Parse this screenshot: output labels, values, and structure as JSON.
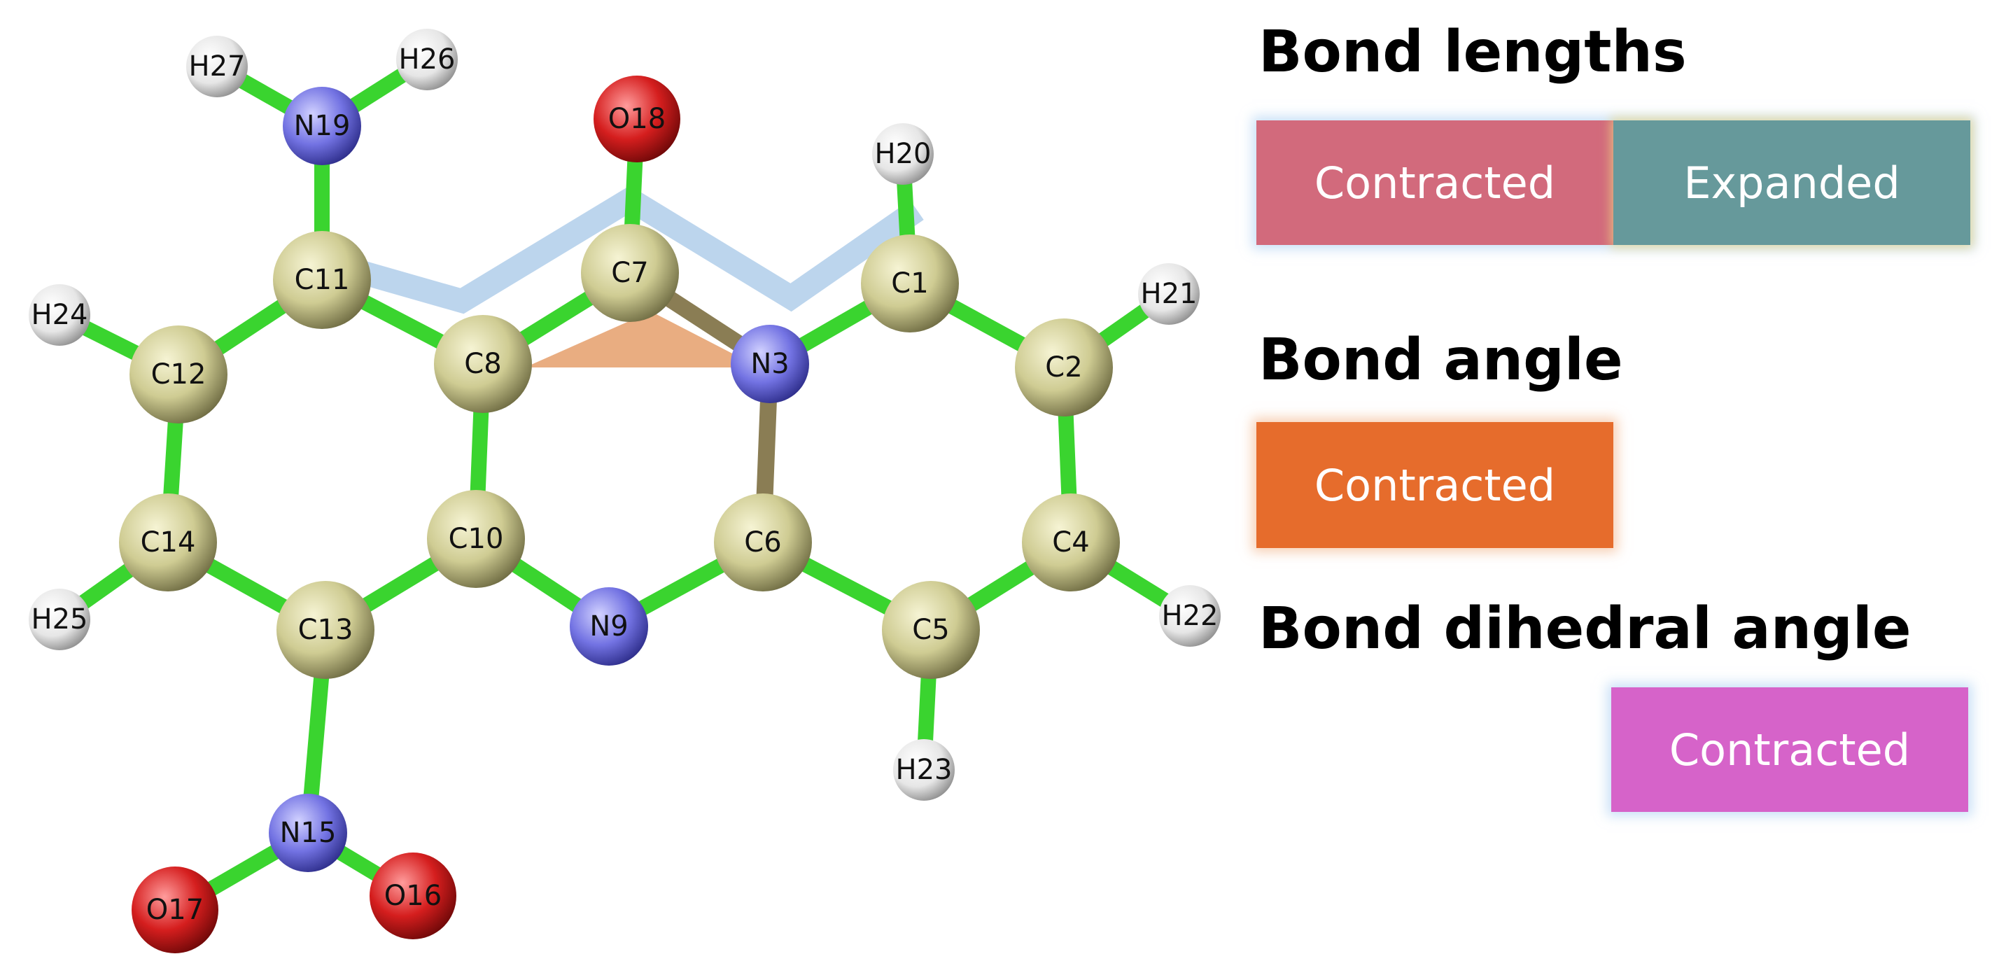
{
  "atoms": [
    {
      "id": "C1",
      "el": "C"
    },
    {
      "id": "C2",
      "el": "C"
    },
    {
      "id": "N3",
      "el": "N"
    },
    {
      "id": "C4",
      "el": "C"
    },
    {
      "id": "C5",
      "el": "C"
    },
    {
      "id": "C6",
      "el": "C"
    },
    {
      "id": "C7",
      "el": "C"
    },
    {
      "id": "C8",
      "el": "C"
    },
    {
      "id": "N9",
      "el": "N"
    },
    {
      "id": "C10",
      "el": "C"
    },
    {
      "id": "C11",
      "el": "C"
    },
    {
      "id": "C12",
      "el": "C"
    },
    {
      "id": "C13",
      "el": "C"
    },
    {
      "id": "C14",
      "el": "C"
    },
    {
      "id": "N15",
      "el": "N"
    },
    {
      "id": "O16",
      "el": "O"
    },
    {
      "id": "O17",
      "el": "O"
    },
    {
      "id": "O18",
      "el": "O"
    },
    {
      "id": "N19",
      "el": "N"
    },
    {
      "id": "H20",
      "el": "H"
    },
    {
      "id": "H21",
      "el": "H"
    },
    {
      "id": "H22",
      "el": "H"
    },
    {
      "id": "H23",
      "el": "H"
    },
    {
      "id": "H24",
      "el": "H"
    },
    {
      "id": "H25",
      "el": "H"
    },
    {
      "id": "H26",
      "el": "H"
    },
    {
      "id": "H27",
      "el": "H"
    }
  ],
  "bonds": [
    [
      "C11",
      "N19"
    ],
    [
      "N19",
      "H27"
    ],
    [
      "N19",
      "H26"
    ],
    [
      "C7",
      "O18"
    ],
    [
      "C1",
      "H20"
    ],
    [
      "C11",
      "C8"
    ],
    [
      "C11",
      "C12"
    ],
    [
      "C12",
      "H24"
    ],
    [
      "C12",
      "C14"
    ],
    [
      "C14",
      "H25"
    ],
    [
      "C14",
      "C13"
    ],
    [
      "C13",
      "C10"
    ],
    [
      "C13",
      "N15"
    ],
    [
      "N15",
      "O16"
    ],
    [
      "N15",
      "O17"
    ],
    [
      "C8",
      "C7"
    ],
    [
      "C8",
      "C10"
    ],
    [
      "C10",
      "N9"
    ],
    [
      "N9",
      "C6"
    ],
    [
      "C7",
      "N3"
    ],
    [
      "N3",
      "C1"
    ],
    [
      "N3",
      "C6"
    ],
    [
      "C6",
      "C5"
    ],
    [
      "C5",
      "H23"
    ],
    [
      "C5",
      "C4"
    ],
    [
      "C4",
      "H22"
    ],
    [
      "C4",
      "C2"
    ],
    [
      "C2",
      "C1"
    ],
    [
      "C2",
      "H21"
    ]
  ],
  "highlighted_bonds": [
    [
      "C7",
      "N3"
    ],
    [
      "N3",
      "C6"
    ]
  ],
  "colors": {
    "C": "#cfcc93",
    "N": "#7373e3",
    "O": "#d51e1e",
    "H": "#e6e6e6",
    "bond": "#3ad42f",
    "highlight_bond": "#8a7d54",
    "dihedral_outline": "#b8d3ec",
    "angle_wedge": "#e8a97a",
    "contracted_length": "#d26a7c",
    "expanded_length": "#66999b",
    "contracted_angle": "#e66c2c",
    "contracted_dihedral": "#d663c9"
  },
  "legend": {
    "bond_lengths": {
      "title": "Bond lengths",
      "contracted": "Contracted",
      "expanded": "Expanded"
    },
    "bond_angle": {
      "title": "Bond angle",
      "contracted": "Contracted"
    },
    "bond_dihedral": {
      "title": "Bond dihedral angle",
      "contracted": "Contracted"
    }
  }
}
